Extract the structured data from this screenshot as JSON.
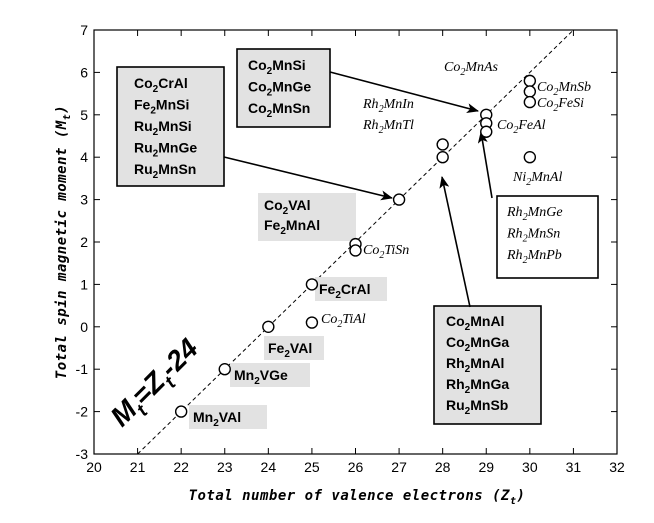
{
  "chart_data": {
    "type": "scatter",
    "xlabel": "Total number of valence electrons (Zt)",
    "ylabel": "Total spin magnetic moment (Mt)",
    "xlim": [
      20,
      32
    ],
    "ylim": [
      -3,
      7
    ],
    "x_ticks": [
      20,
      21,
      22,
      23,
      24,
      25,
      26,
      27,
      28,
      29,
      30,
      31,
      32
    ],
    "y_ticks": [
      -3,
      -2,
      -1,
      0,
      1,
      2,
      3,
      4,
      5,
      6,
      7
    ],
    "grid": false,
    "fit_line": {
      "label": "Mt=Zt-24",
      "slope": 1,
      "intercept": -24,
      "x_range": [
        21,
        31
      ]
    },
    "points": [
      {
        "x": 22,
        "y": -2
      },
      {
        "x": 23,
        "y": -1
      },
      {
        "x": 24,
        "y": 0
      },
      {
        "x": 25,
        "y": 1
      },
      {
        "x": 25,
        "y": 0.1
      },
      {
        "x": 26,
        "y": 1.95
      },
      {
        "x": 26,
        "y": 1.8
      },
      {
        "x": 27,
        "y": 3
      },
      {
        "x": 28,
        "y": 4.3
      },
      {
        "x": 28,
        "y": 4
      },
      {
        "x": 29,
        "y": 5
      },
      {
        "x": 29,
        "y": 4.8
      },
      {
        "x": 29,
        "y": 4.6
      },
      {
        "x": 30,
        "y": 5.8
      },
      {
        "x": 30,
        "y": 5.55
      },
      {
        "x": 30,
        "y": 5.3
      },
      {
        "x": 30,
        "y": 4
      }
    ],
    "point_labels": [
      {
        "text": "Mn2VAl",
        "style": "bold",
        "box": true
      },
      {
        "text": "Mn2VGe",
        "style": "bold",
        "box": true
      },
      {
        "text": "Fe2VAl",
        "style": "bold",
        "box": true
      },
      {
        "text": "Fe2CrAl",
        "style": "bold",
        "box": true
      },
      {
        "text": "Co2TiAl",
        "style": "italic",
        "box": false
      },
      {
        "text": "Co2TiSn",
        "style": "italic",
        "box": false
      },
      {
        "text": "Co2MnAs",
        "style": "italic",
        "box": false
      },
      {
        "text": "Co2MnSb",
        "style": "italic",
        "box": false
      },
      {
        "text": "Co2FeSi",
        "style": "italic",
        "box": false
      },
      {
        "text": "Co2FeAl",
        "style": "italic",
        "box": false
      },
      {
        "text": "Ni2MnAl",
        "style": "italic",
        "box": false
      }
    ],
    "groups": [
      {
        "style": "bold",
        "bordered": false,
        "items": [
          "Co2VAl",
          "Fe2MnAl"
        ]
      },
      {
        "style": "bold",
        "bordered": true,
        "items": [
          "Co2CrAl",
          "Fe2MnSi",
          "Ru2MnSi",
          "Ru2MnGe",
          "Ru2MnSn"
        ]
      },
      {
        "style": "bold",
        "bordered": true,
        "items": [
          "Co2MnSi",
          "Co2MnGe",
          "Co2MnSn"
        ]
      },
      {
        "style": "italic",
        "bordered": false,
        "items": [
          "Rh2MnIn",
          "Rh2MnTl"
        ]
      },
      {
        "style": "italic",
        "bordered": true,
        "items": [
          "Rh2MnGe",
          "Rh2MnSn",
          "Rh2MnPb"
        ]
      },
      {
        "style": "bold",
        "bordered": true,
        "items": [
          "Co2MnAl",
          "Co2MnGa",
          "Rh2MnAl",
          "Rh2MnGa",
          "Ru2MnSb"
        ]
      }
    ]
  }
}
